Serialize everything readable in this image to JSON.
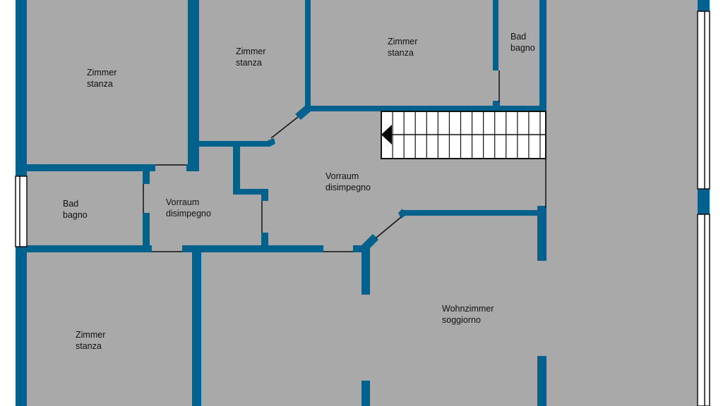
{
  "colors": {
    "wall": "#00628c",
    "floor": "#a9a9a9",
    "outside": "#ffffff",
    "line": "#111111"
  },
  "rooms": [
    {
      "id": "room-top-left",
      "name_de": "Zimmer",
      "name_it": "stanza"
    },
    {
      "id": "room-top-mid",
      "name_de": "Zimmer",
      "name_it": "stanza"
    },
    {
      "id": "room-top-right",
      "name_de": "Zimmer",
      "name_it": "stanza"
    },
    {
      "id": "bath-top",
      "name_de": "Bad",
      "name_it": "bagno"
    },
    {
      "id": "bath-left",
      "name_de": "Bad",
      "name_it": "bagno"
    },
    {
      "id": "hall-small",
      "name_de": "Vorraum",
      "name_it": "disimpegno"
    },
    {
      "id": "hall-main",
      "name_de": "Vorraum",
      "name_it": "disimpegno"
    },
    {
      "id": "room-bottom-left",
      "name_de": "Zimmer",
      "name_it": "stanza"
    },
    {
      "id": "living-room",
      "name_de": "Wohnzimmer",
      "name_it": "soggiorno"
    }
  ],
  "stairs": {
    "steps": 14,
    "direction_icon": "arrow-left-icon"
  }
}
